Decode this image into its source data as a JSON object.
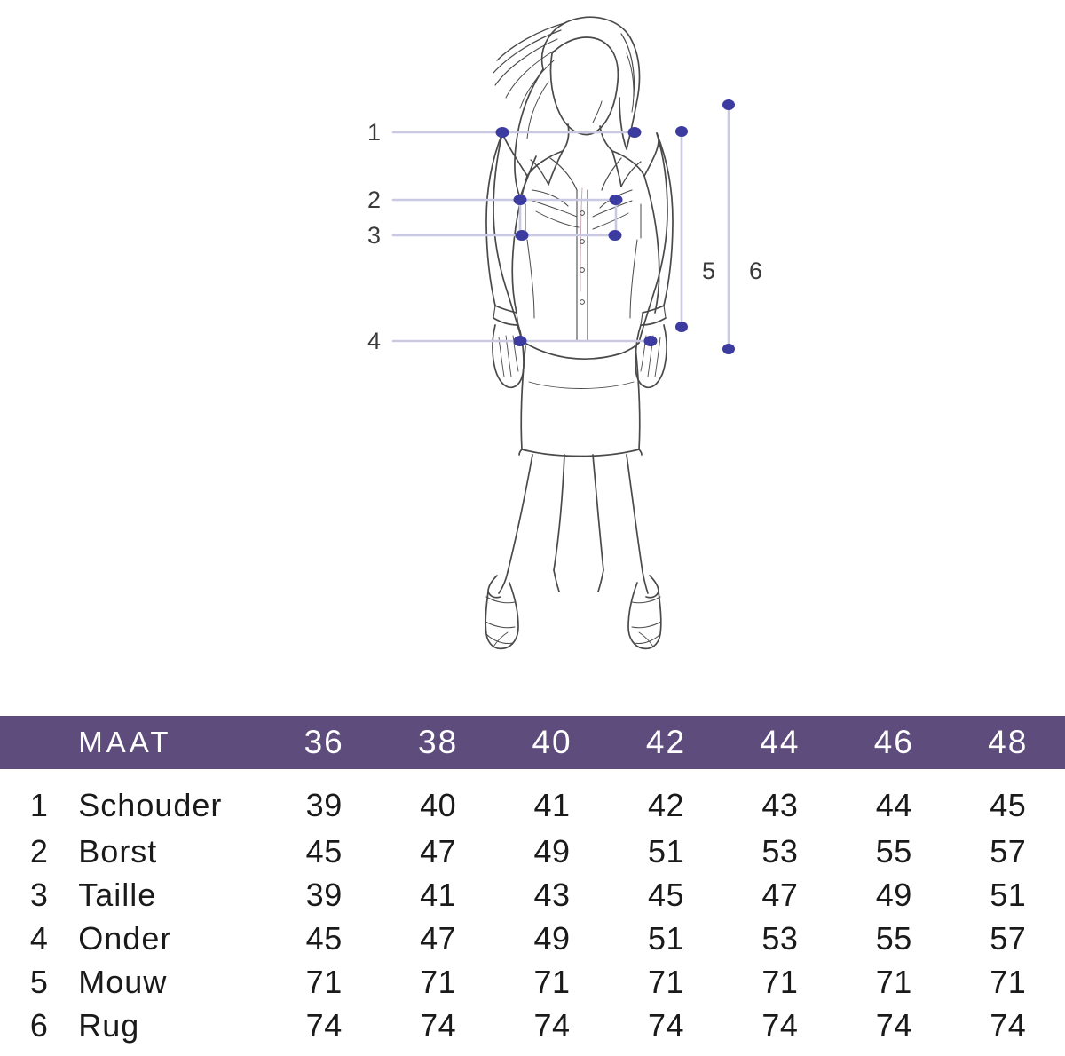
{
  "illustration": {
    "description": "sketched female fashion figure in blouse and pencil skirt with measurement markers",
    "colors": {
      "marker_dot": "#3b3bA0",
      "marker_line": "#c9c9e2",
      "sketch_line": "#4a4a4a",
      "accent_pink": "#d98fa8"
    },
    "markers": [
      {
        "id": "1",
        "label": "1",
        "kind": "horizontal",
        "name": "shoulder-marker"
      },
      {
        "id": "2",
        "label": "2",
        "kind": "horizontal",
        "name": "bust-marker"
      },
      {
        "id": "3",
        "label": "3",
        "kind": "horizontal",
        "name": "waist-marker"
      },
      {
        "id": "4",
        "label": "4",
        "kind": "horizontal",
        "name": "hem-marker"
      },
      {
        "id": "5",
        "label": "5",
        "kind": "vertical",
        "name": "sleeve-marker"
      },
      {
        "id": "6",
        "label": "6",
        "kind": "vertical",
        "name": "back-length-marker"
      }
    ]
  },
  "table": {
    "accent_color": "#5e4c7d",
    "header": {
      "number_col": "",
      "name_col": "MAAT",
      "sizes": [
        "36",
        "38",
        "40",
        "42",
        "44",
        "46",
        "48"
      ]
    },
    "rows": [
      {
        "num": "1",
        "name": "Schouder",
        "values": [
          "39",
          "40",
          "41",
          "42",
          "43",
          "44",
          "45"
        ]
      },
      {
        "num": "2",
        "name": "Borst",
        "values": [
          "45",
          "47",
          "49",
          "51",
          "53",
          "55",
          "57"
        ]
      },
      {
        "num": "3",
        "name": "Taille",
        "values": [
          "39",
          "41",
          "43",
          "45",
          "47",
          "49",
          "51"
        ]
      },
      {
        "num": "4",
        "name": "Onder",
        "values": [
          "45",
          "47",
          "49",
          "51",
          "53",
          "55",
          "57"
        ]
      },
      {
        "num": "5",
        "name": "Mouw",
        "values": [
          "71",
          "71",
          "71",
          "71",
          "71",
          "71",
          "71"
        ]
      },
      {
        "num": "6",
        "name": "Rug",
        "values": [
          "74",
          "74",
          "74",
          "74",
          "74",
          "74",
          "74"
        ]
      }
    ]
  }
}
